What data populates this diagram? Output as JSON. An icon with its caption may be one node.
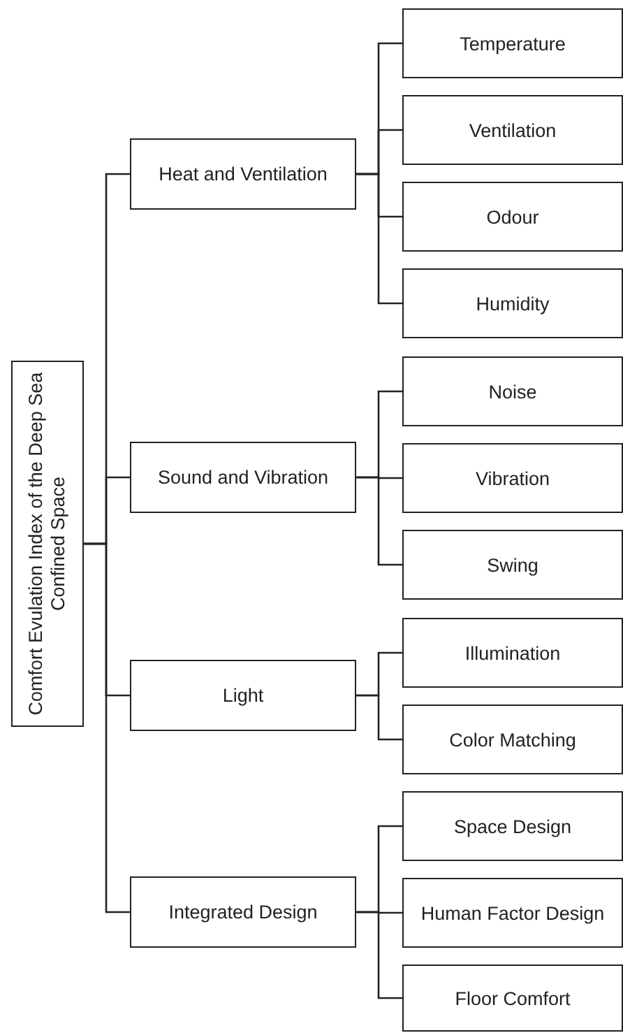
{
  "diagram": {
    "nodes": [
      {
        "text": [
          "Comfort Evulation Index of the Deep Sea Confined Space"
        ]
      },
      {
        "text": [
          "Heat and Ventilation"
        ]
      },
      {
        "text": [
          "Temperature"
        ]
      },
      {
        "text": [
          "Ventilation"
        ]
      },
      {
        "text": [
          "Odour"
        ]
      },
      {
        "text": [
          "Humidity"
        ]
      },
      {
        "text": [
          "Sound and Vibration"
        ]
      },
      {
        "text": [
          "Noise"
        ]
      },
      {
        "text": [
          "Vibration"
        ]
      },
      {
        "text": [
          "Swing"
        ]
      },
      {
        "text": [
          "Light"
        ]
      },
      {
        "text": [
          "Illumination"
        ]
      },
      {
        "text": [
          "Color Matching"
        ]
      },
      {
        "text": [
          "Integrated Design"
        ]
      },
      {
        "text": [
          "Space Design"
        ]
      },
      {
        "text": [
          "Human Factor Design"
        ]
      },
      {
        "text": [
          "Floor Comfort"
        ]
      }
    ],
    "edges": [
      {
        "from": 0,
        "to": 1,
        "arrow": "none"
      },
      {
        "from": 1,
        "to": 2,
        "arrow": "none"
      },
      {
        "from": 1,
        "to": 3,
        "arrow": "none"
      },
      {
        "from": 1,
        "to": 4,
        "arrow": "none"
      },
      {
        "from": 1,
        "to": 5,
        "arrow": "none"
      },
      {
        "from": 0,
        "to": 6,
        "arrow": "none"
      },
      {
        "from": 6,
        "to": 7,
        "arrow": "none"
      },
      {
        "from": 6,
        "to": 8,
        "arrow": "none"
      },
      {
        "from": 6,
        "to": 9,
        "arrow": "none"
      },
      {
        "from": 0,
        "to": 10,
        "arrow": "none"
      },
      {
        "from": 10,
        "to": 11,
        "arrow": "none"
      },
      {
        "from": 10,
        "to": 12,
        "arrow": "none"
      },
      {
        "from": 0,
        "to": 13,
        "arrow": "none"
      },
      {
        "from": 13,
        "to": 14,
        "arrow": "none"
      },
      {
        "from": 13,
        "to": 15,
        "arrow": "none"
      },
      {
        "from": 13,
        "to": 16,
        "arrow": "none"
      }
    ]
  }
}
